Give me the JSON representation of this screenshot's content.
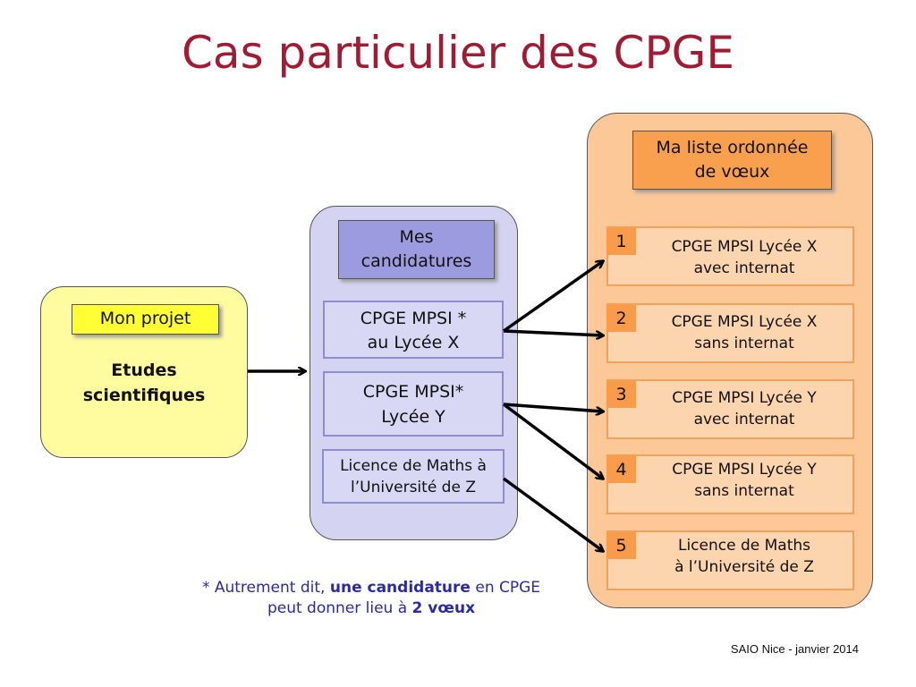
{
  "title": "Cas particulier des CPGE",
  "projet": {
    "label": "Mon projet",
    "text_line1": "Etudes",
    "text_line2": "scientifiques"
  },
  "candidatures": {
    "label_line1": "Mes",
    "label_line2": "candidatures",
    "items": [
      {
        "line1": "CPGE MPSI *",
        "line2": "au Lycée X"
      },
      {
        "line1": "CPGE MPSI*",
        "line2": "Lycée Y"
      },
      {
        "line1": "Licence de Maths à",
        "line2": "l’Université de  Z"
      }
    ]
  },
  "voeux": {
    "label_line1": "Ma liste ordonnée",
    "label_line2": "de vœux",
    "items": [
      {
        "num": "1",
        "line1": "CPGE MPSI Lycée X",
        "line2": "avec internat"
      },
      {
        "num": "2",
        "line1": "CPGE MPSI Lycée X",
        "line2": "sans internat"
      },
      {
        "num": "3",
        "line1": "CPGE MPSI Lycée Y",
        "line2": "avec internat"
      },
      {
        "num": "4",
        "line1": "CPGE MPSI Lycée Y",
        "line2": "sans internat"
      },
      {
        "num": "5",
        "line1": "Licence de Maths",
        "line2": "à  l’Université de Z"
      }
    ]
  },
  "footnote": {
    "prefix": "* Autrement dit, ",
    "bold1": "une candidature",
    "middle": " en CPGE",
    "line2_prefix": "peut donner lieu à ",
    "bold2": "2 vœux"
  },
  "source": "SAIO Nice - janvier 2014",
  "colors": {
    "title": "#a01b34",
    "projet_panel": "#fffca0",
    "candidatures_panel": "#d4d4f2",
    "voeux_panel": "#fcc898",
    "footnote": "#2a2aa8"
  }
}
